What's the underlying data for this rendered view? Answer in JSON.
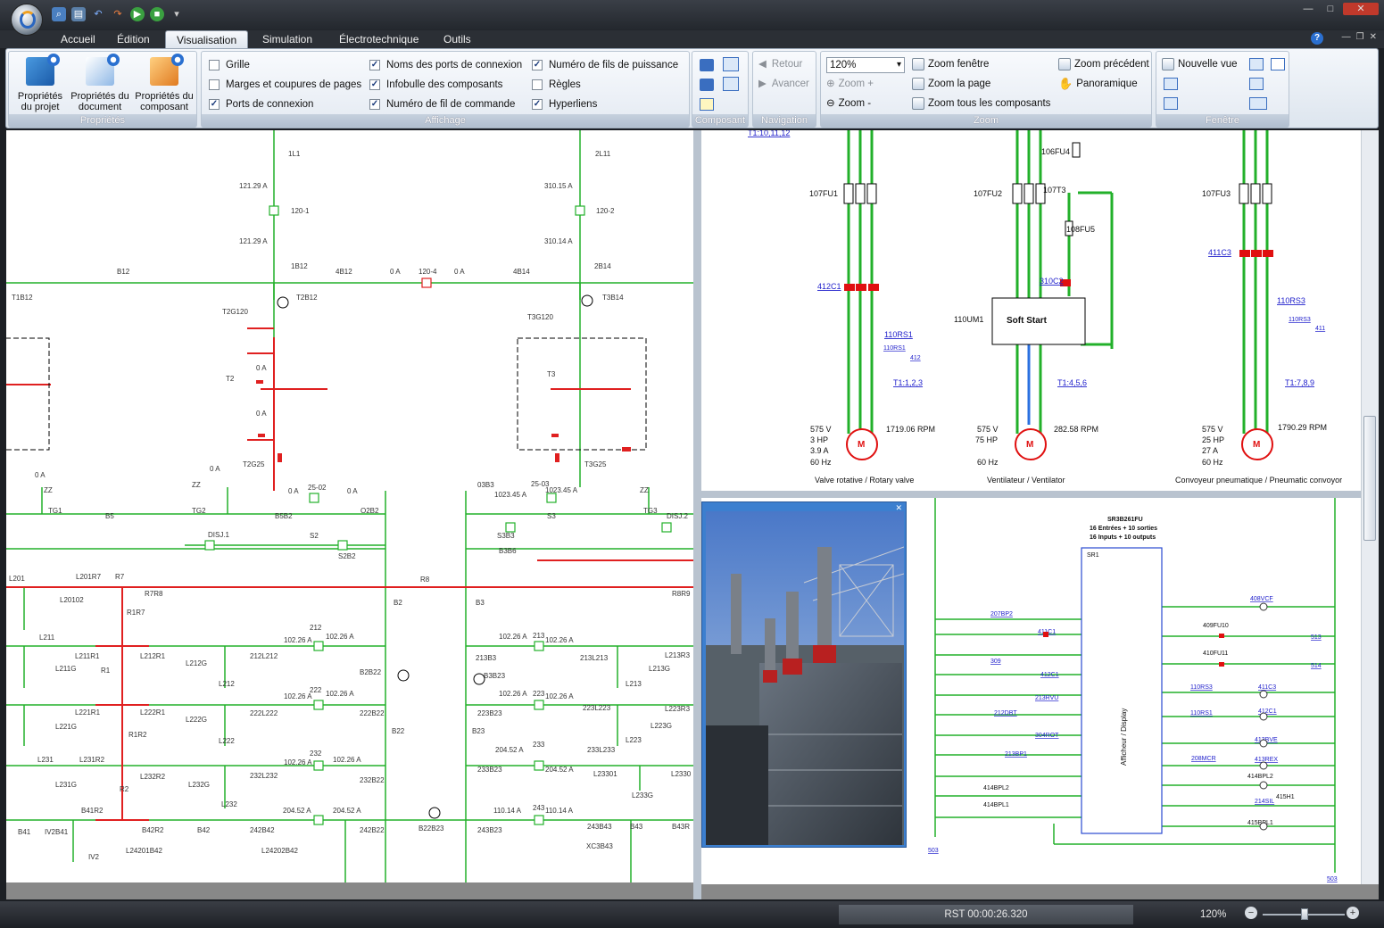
{
  "qat": {
    "icons": [
      "search-icon",
      "save-icon",
      "undo-icon",
      "redo-icon",
      "play-icon",
      "stop-icon",
      "customize-icon"
    ]
  },
  "window": {
    "minimize": "—",
    "maximize": "□",
    "close": "✕"
  },
  "tabs": [
    {
      "label": "Accueil"
    },
    {
      "label": "Édition"
    },
    {
      "label": "Visualisation"
    },
    {
      "label": "Simulation"
    },
    {
      "label": "Électrotechnique"
    },
    {
      "label": "Outils"
    }
  ],
  "help": "?",
  "ribbon": {
    "proprietes": {
      "label": "Propriétés",
      "btn_projet": "Propriétés du projet",
      "btn_document": "Propriétés du document",
      "btn_composant": "Propriétés du composant"
    },
    "affichage": {
      "label": "Affichage",
      "items": [
        {
          "label": "Grille",
          "checked": false
        },
        {
          "label": "Marges et coupures de pages",
          "checked": false
        },
        {
          "label": "Ports de connexion",
          "checked": true
        },
        {
          "label": "Noms des ports de connexion",
          "checked": true
        },
        {
          "label": "Infobulle des composants",
          "checked": true
        },
        {
          "label": "Numéro de fil de commande",
          "checked": true
        },
        {
          "label": "Numéro de fils de puissance",
          "checked": true
        },
        {
          "label": "Règles",
          "checked": false
        },
        {
          "label": "Hyperliens",
          "checked": true
        }
      ],
      "check_mark": "✓"
    },
    "composant": {
      "label": "Composant"
    },
    "navigation": {
      "label": "Navigation",
      "retour": "Retour",
      "avancer": "Avancer"
    },
    "zoom": {
      "label": "Zoom",
      "value": "120%",
      "zoom_plus": "Zoom +",
      "zoom_minus": "Zoom -",
      "zoom_fenetre": "Zoom fenêtre",
      "zoom_page": "Zoom la page",
      "zoom_tous": "Zoom tous les composants",
      "zoom_precedent": "Zoom précédent",
      "panoramique": "Panoramique"
    },
    "fenetre": {
      "label": "Fenêtre",
      "nouvelle_vue": "Nouvelle vue"
    }
  },
  "diagram_left": {
    "labels": {
      "l1l1": "1L1",
      "l2l11": "2L11",
      "a1": "121.29 A",
      "a2": "121.29 A",
      "a3": "310.15 A",
      "a4": "310.14 A",
      "c1201": "120-1",
      "c1202": "120-2",
      "b12": "B12",
      "b1_12": "1B12",
      "b4_12": "4B12",
      "b4_14": "4B14",
      "b2_14": "2B14",
      "oa1": "0 A",
      "oa2": "0 A",
      "c1204": "120-4",
      "t1b12": "T1B12",
      "t2b12": "T2B12",
      "t3b14": "T3B14",
      "t2g120": "T2G120",
      "t3g120": "T3G120",
      "oa3": "0 A",
      "oa4": "0 A",
      "t2": "T2",
      "t3": "T3",
      "oa5": "0 A",
      "oa6": "0 A",
      "zz1": "ZZ",
      "zz2": "ZZ",
      "zz3": "ZZ",
      "tg1": "TG1",
      "tg2": "TG2",
      "tg3": "TG3",
      "t2g25": "T2G25",
      "t3g25": "T3G25",
      "b5": "B5",
      "b5b2": "B5B2",
      "o2b2": "O2B2",
      "c2502": "25-02",
      "c2503": "25-03",
      "oa7": "0 A",
      "oa8": "0 A",
      "o3b3": "03B3",
      "a1023a": "1023.45 A",
      "a1023b": "1023.45 A",
      "disj1": "DISJ.1",
      "disj2": "DISJ.2",
      "s2": "S2",
      "s2b2": "S2B2",
      "s3": "S3",
      "s3b3": "S3B3",
      "b3b6": "B3B6",
      "l201": "L201",
      "l201r7": "L201R7",
      "r7": "R7",
      "r7r8": "R7R8",
      "r1r7": "R1R7",
      "r8": "R8",
      "r8r9": "R8R9",
      "l20102": "L20102",
      "l211": "L211",
      "r1": "R1",
      "l211r1": "L211R1",
      "l211g": "L211G",
      "l212r1": "L212R1",
      "l212g": "L212G",
      "l212": "L212",
      "c212": "212",
      "a10226a": "102.26 A",
      "a10226b": "102.26 A",
      "b2": "B2",
      "b3": "B3",
      "l212l212": "212L212",
      "b2b22": "B2B22",
      "b3b23": "B3B23",
      "b213b3": "213B3",
      "c213": "213",
      "a10226c": "102.26 A",
      "a10226d": "102.26 A",
      "l213l213": "213L213",
      "l213r3": "L213R3",
      "l213g": "L213G",
      "l213": "L213",
      "l221r1": "L221R1",
      "l221g": "L221G",
      "r1r2": "R1R2",
      "l222r1": "L222R1",
      "l222g": "L222G",
      "l222": "L222",
      "c222": "222",
      "a10226e": "102.26 A",
      "a10226f": "102.26 A",
      "l222l222": "222L222",
      "b222b22": "222B22",
      "b223b23": "223B23",
      "c223": "223",
      "a10226g": "102.26 A",
      "a10226h": "102.26 A",
      "l223l223": "223L223",
      "l223r3": "L223R3",
      "l223g": "L223G",
      "l223": "L223",
      "b22": "B22",
      "b23": "B23",
      "l231": "L231",
      "l231r2": "L231R2",
      "r2": "R2",
      "l231g": "L231G",
      "l232r2": "L232R2",
      "l232g": "L232G",
      "l232": "L232",
      "c232": "232",
      "a10226i": "102.26 A",
      "a10226j": "102.26 A",
      "l232l232": "232L232",
      "b232b22": "232B22",
      "b233b23": "233B23",
      "c233": "233",
      "a20452a": "204.52 A",
      "a20452b": "204.52 A",
      "l233l233": "233L233",
      "l23301": "L23301",
      "l233g": "L233G",
      "l2330": "L2330",
      "b41r2": "B41R2",
      "b41": "B41",
      "iv2b41": "IV2B41",
      "b42r2": "B42R2",
      "b42": "B42",
      "l242b42": "242B42",
      "b242b22": "242B22",
      "a20452c": "204.52 A",
      "a20452d": "204.52 A",
      "b22b23": "B22B23",
      "b243b23": "243B23",
      "a11014a": "110.14 A",
      "a11014b": "110.14 A",
      "c243": "243",
      "l243b43": "243B43",
      "b43": "B43",
      "b43r": "B43R",
      "iv2": "IV2",
      "l24201": "L24201B42",
      "l24202": "L24202B42",
      "xc3b43": "XC3B43",
      "c242": "B42"
    }
  },
  "diagram_top_right": {
    "link_top": "T1:10,11,12",
    "fu1": "107FU1",
    "fu2": "107FU2",
    "fu3": "107FU3",
    "t3": "107T3",
    "fu4": "106FU4",
    "fu5": "108FU5",
    "c412": "412C1",
    "c310": "310C2",
    "c411": "411C3",
    "rs1": "110RS1",
    "rs1b": "110RS1",
    "rs3": "110RS3",
    "rs3b": "110RS3",
    "r412": "412",
    "r411": "411",
    "um1": "110UM1",
    "soft_start": "Soft Start",
    "t123": "T1:1,2,3",
    "t456": "T1:4,5,6",
    "t789": "T1:7,8,9",
    "m1": {
      "v": "575 V",
      "hp": "3 HP",
      "a": "3.9 A",
      "hz": "60 Hz",
      "rpm": "1719.06 RPM",
      "name": "Valve rotative / Rotary valve"
    },
    "m2": {
      "v": "575 V",
      "hp": "75 HP",
      "hz": "60 Hz",
      "rpm": "282.58 RPM",
      "name": "Ventilateur / Ventilator"
    },
    "m3": {
      "v": "575 V",
      "hp": "25 HP",
      "a": "27 A",
      "hz": "60 Hz",
      "rpm": "1790.29 RPM",
      "name": "Convoyeur pneumatique / Pneumatic convoyor"
    },
    "motor_symbol": "M"
  },
  "diagram_bottom_right": {
    "plc": "SR3B261FU",
    "plc_in": "16 Entrées + 10 sorties",
    "plc_out": "16 Inputs + 10 outputs",
    "sr1": "SR1",
    "display": "Afficheur / Display",
    "l207": "207BP2",
    "l309": "309",
    "l412": "412C1",
    "l213": "213RVU",
    "l212": "212DBT",
    "l304": "304ROT",
    "l213b": "213BP1",
    "l414a": "414BPL2",
    "l414b": "414BPL1",
    "l408": "408VCF",
    "l409": "409FU10",
    "l410": "410FU11",
    "l513": "513",
    "l514": "514",
    "l110a": "110RS3",
    "l411": "411C3",
    "l110b": "110RS1",
    "l412b": "412C1",
    "l413": "413BVE",
    "l413b": "413REX",
    "l208": "208MCR",
    "l414c": "414BPL2",
    "l214": "214SIL",
    "l415": "415H1",
    "l415b": "415BPL1",
    "l503": "503",
    "l411b": "411C1",
    "r503": "503"
  },
  "photo_close": "✕",
  "hscroll_grip": "|||",
  "status": {
    "time": "RST 00:00:26.320",
    "zoom": "120%",
    "minus": "−",
    "plus": "+"
  }
}
